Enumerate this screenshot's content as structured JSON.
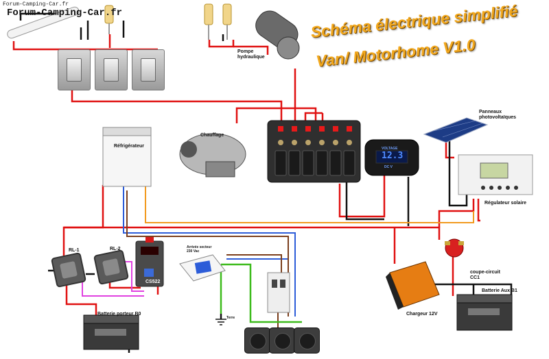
{
  "watermark": {
    "small": "Forum-Camping-Car.fr",
    "large": "Forum-Camping-Car.fr"
  },
  "title": {
    "line1": "Schéma électrique simplifié",
    "line2": "Van/ Motorhome V1.0"
  },
  "labels": {
    "pompe": "Pompe\nhydraulique",
    "refrigerateur": "Réfrigérateur",
    "chauffage": "Chauffage",
    "panneaux": "Panneaux\nphotovoltaïques",
    "regulateur": "Régulateur solaire",
    "rl1": "RL-1",
    "rl2": "RL-2",
    "cs522": "CS522",
    "arrivee": "Arrivée secteur\n230 Vac",
    "terre": "Terre",
    "batterie_porteur": "Batterie porteur B0",
    "chargeur": "Chargeur 12V",
    "coupe_circuit": "coupe-circuit\nCC1",
    "batterie_aux": "Batterie Aux B1",
    "voltmeter_value": "12.3",
    "voltmeter_title": "VOLTAGE",
    "voltmeter_units": "DC   V"
  },
  "colors": {
    "positive": "#e01010",
    "negative": "#111111",
    "signal": "#e040e0",
    "ac_phase": "#7a3e1c",
    "ac_neutral": "#2c5cd8",
    "earth": "#3dbb1c",
    "orange": "#f29a1f",
    "title": "#f2a81d"
  }
}
